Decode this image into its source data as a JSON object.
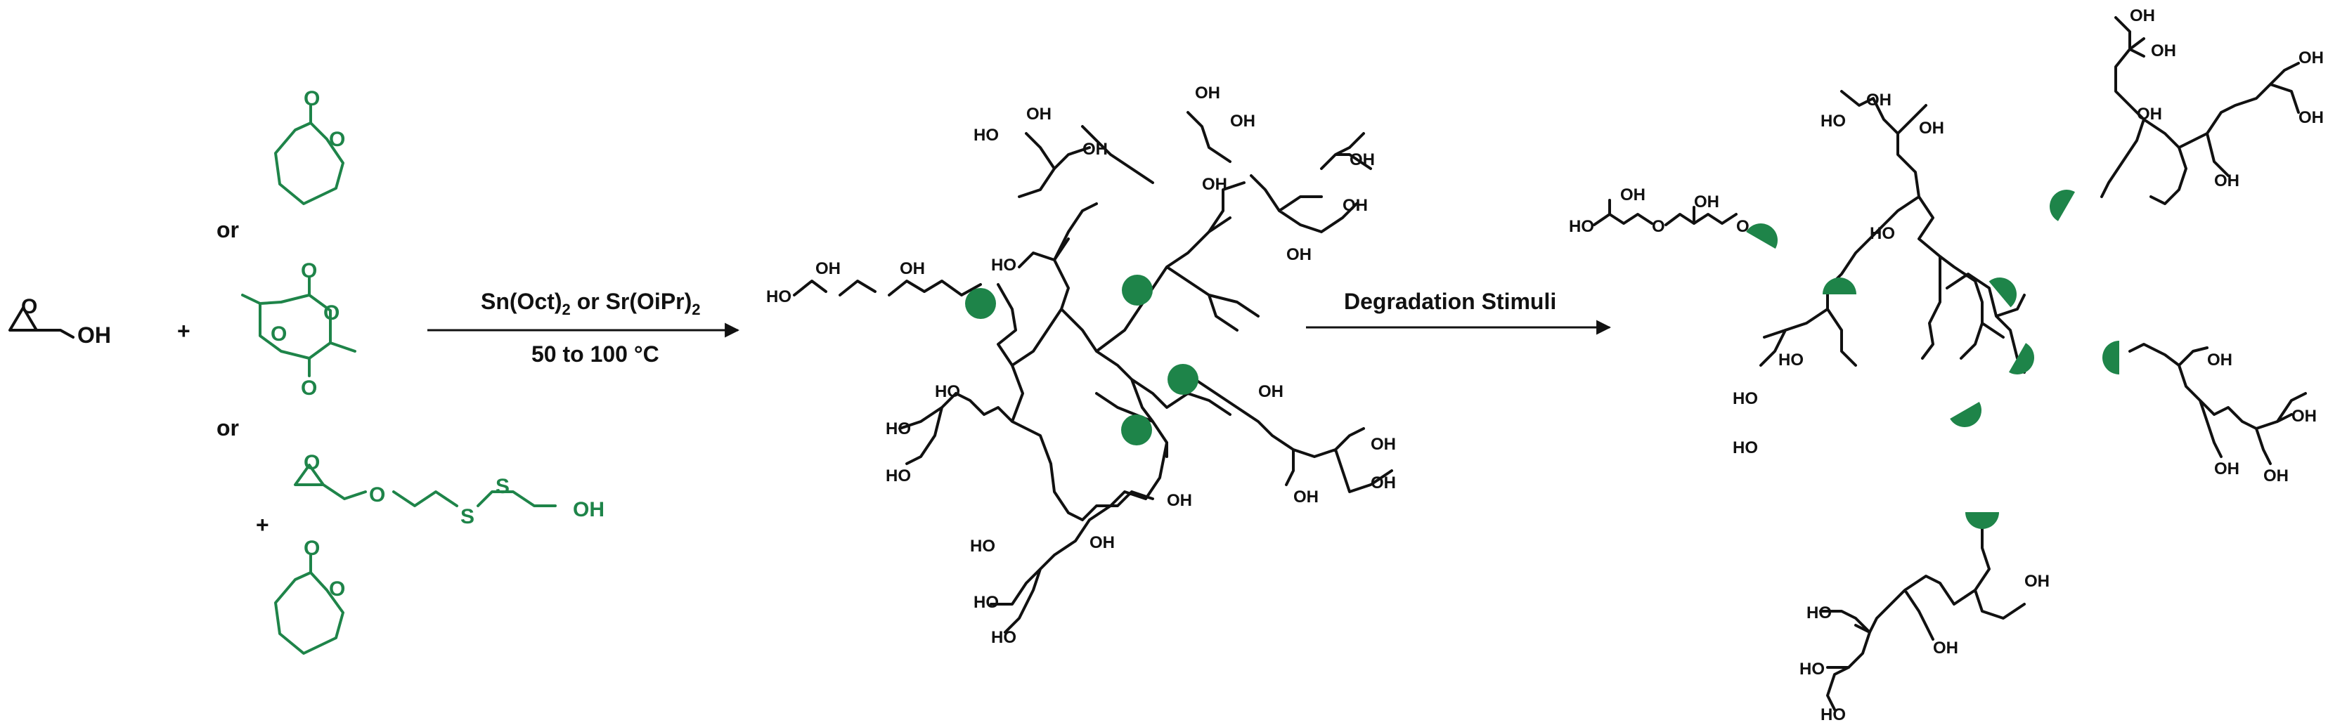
{
  "colors": {
    "ink": "#111111",
    "accent": "#1e8449"
  },
  "atom_labels": {
    "hydroxyl": "OH",
    "hydroxyl_left": "HO",
    "oxygen": "O",
    "sulfur": "S"
  },
  "reagent_labels": {
    "glycidol_oh": "OH",
    "or_1": "or",
    "or_2": "or",
    "plus_1": "+",
    "plus_2": "+"
  },
  "reaction_1": {
    "catalyst_a": "Sn(Oct)",
    "sub_a": "2",
    "joiner": " or ",
    "catalyst_b": "Sr(OiPr)",
    "sub_b": "2",
    "conditions": "50 to 100 °C"
  },
  "reaction_2": {
    "label": "Degradation Stimuli"
  }
}
